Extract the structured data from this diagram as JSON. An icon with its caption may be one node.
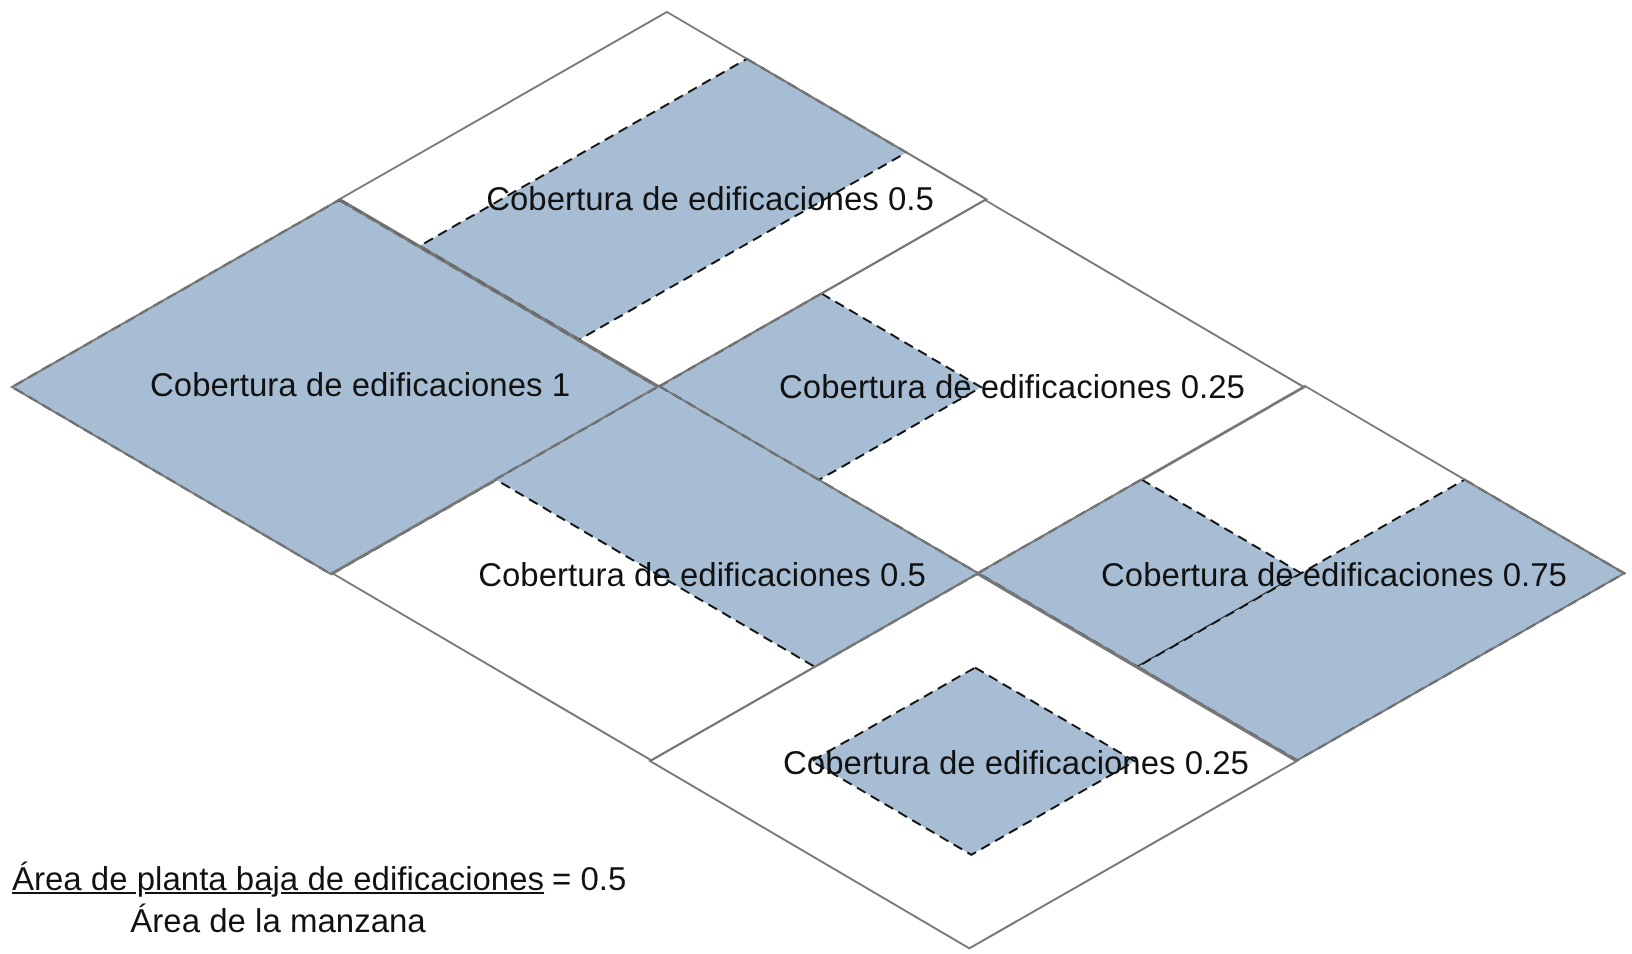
{
  "diagram": {
    "nodes": [
      {
        "text": [
          "Cobertura de edificaciones 0.5"
        ]
      },
      {
        "text": [
          "Cobertura de edificaciones 1"
        ]
      },
      {
        "text": [
          "Cobertura de edificaciones 0.25"
        ]
      },
      {
        "text": [
          "Cobertura de edificaciones 0.5"
        ]
      },
      {
        "text": [
          "Cobertura de edificaciones 0.75"
        ]
      },
      {
        "text": [
          "Cobertura de edificaciones 0.25"
        ]
      }
    ],
    "labels": [
      "Área de planta baja de edificaciones",
      "= 0.5",
      "Área de la manzana"
    ]
  }
}
